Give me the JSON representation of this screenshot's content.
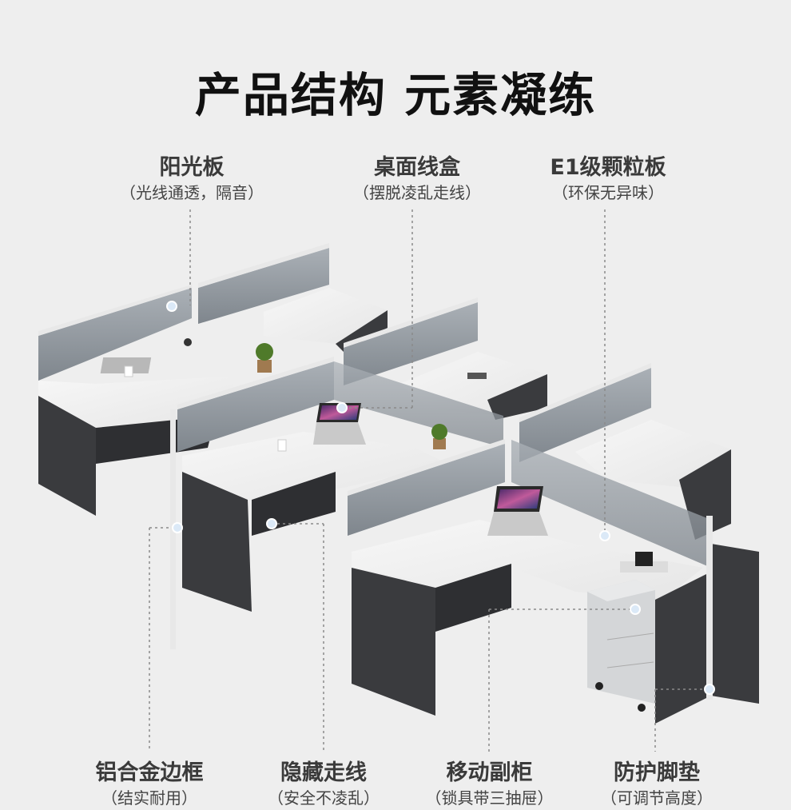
{
  "title": "产品结构 元素凝练",
  "top_callouts": [
    {
      "name": "阳光板",
      "desc": "（光线通透，隔音）"
    },
    {
      "name": "桌面线盒",
      "desc": "（摆脱凌乱走线）"
    },
    {
      "name": "E1级颗粒板",
      "desc": "（环保无异味）"
    }
  ],
  "bottom_callouts": [
    {
      "name": "铝合金边框",
      "desc": "（结实耐用）"
    },
    {
      "name": "隐藏走线",
      "desc": "（安全不凌乱）"
    },
    {
      "name": "移动副柜",
      "desc": "（锁具带三抽屉）"
    },
    {
      "name": "防护脚垫",
      "desc": "（可调节高度）"
    }
  ],
  "colors": {
    "background": "#eeeeee",
    "desk_top": "#f2f2f2",
    "desk_body": "#3a3b3e",
    "partition_glass": "#9aa1a8",
    "frame": "#e8e8e8"
  }
}
